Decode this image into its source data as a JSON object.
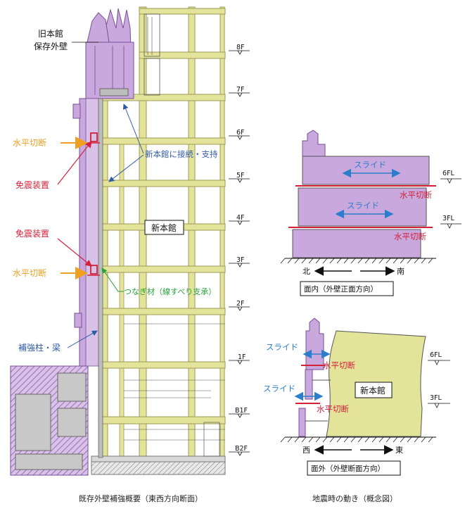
{
  "colors": {
    "olive": "#e4e39a",
    "olive_dark": "#b9b56a",
    "purple": "#c9a8dd",
    "purple_dark": "#8a5aa8",
    "gray": "#c8c8c8",
    "orange": "#f0a020",
    "red": "#d4213a",
    "blue": "#2f5aa8",
    "green": "#27a33a",
    "slide_blue": "#2b7ec9"
  },
  "section": {
    "old_wall_label": [
      "旧本館",
      "保存外壁"
    ],
    "cut_label": "水平切断",
    "isolator_label": "免震装置",
    "connect_label": "新本館に接続・支持",
    "new_building_label": "新本館",
    "tie_label": "つなぎ材（線すべり支承）",
    "reinforce_label": "補強柱・梁",
    "floors": [
      "8F",
      "7F",
      "6F",
      "5F",
      "4F",
      "3F",
      "2F",
      "1F",
      "B1F",
      "B2F"
    ],
    "caption": "既存外壁補強概要（東西方向断面）"
  },
  "inplane": {
    "slide": "スライド",
    "cut": "水平切断",
    "floors": [
      "6FL",
      "3FL"
    ],
    "north": "北",
    "south": "南",
    "label": "面内（外壁正面方向）"
  },
  "outplane": {
    "slide": "スライド",
    "cut": "水平切断",
    "new_building": "新本館",
    "floors": [
      "6FL",
      "3FL"
    ],
    "west": "西",
    "east": "東",
    "label": "面外（外壁断面方向）"
  },
  "caption_right": "地震時の動き（概念図）"
}
